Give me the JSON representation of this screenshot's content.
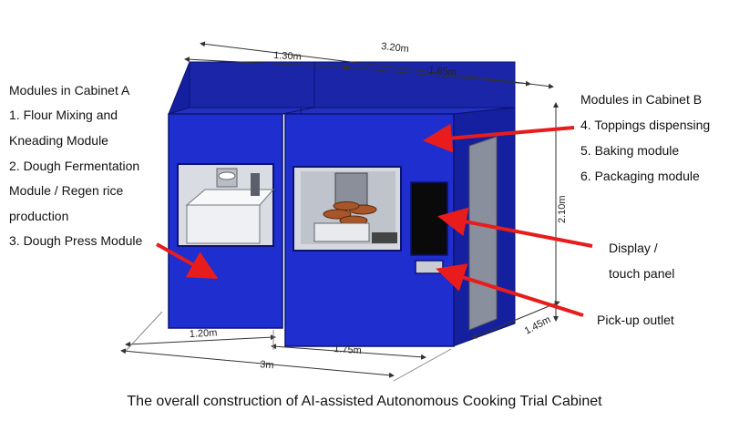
{
  "cabinet_a": {
    "heading": "Modules in Cabinet A",
    "lines": [
      "1. Flour Mixing and",
      "Kneading Module",
      "2. Dough Fermentation",
      "Module / Regen rice",
      "production",
      "3. Dough Press Module"
    ]
  },
  "cabinet_b": {
    "heading": "Modules in Cabinet B",
    "lines": [
      "4. Toppings dispensing",
      "5. Baking module",
      "6. Packaging module"
    ]
  },
  "callouts": {
    "display_line1": "Display /",
    "display_line2": "touch panel",
    "pickup": "Pick-up outlet"
  },
  "dimensions": {
    "total_top": "3.20m",
    "top_a": "1.30m",
    "top_b": "1.85m",
    "height": "2.10m",
    "depth": "1.45m",
    "bottom_a": "1.20m",
    "bottom_b": "1.75m",
    "total_bottom": "3m"
  },
  "caption": "The overall construction of AI-assisted Autonomous Cooking Trial Cabinet",
  "colors": {
    "cabinet_front": "#1f2ecf",
    "cabinet_top": "#1a25a8",
    "cabinet_side": "#1520a0",
    "arrow": "#e81c1c",
    "dimension_line": "#333333"
  }
}
